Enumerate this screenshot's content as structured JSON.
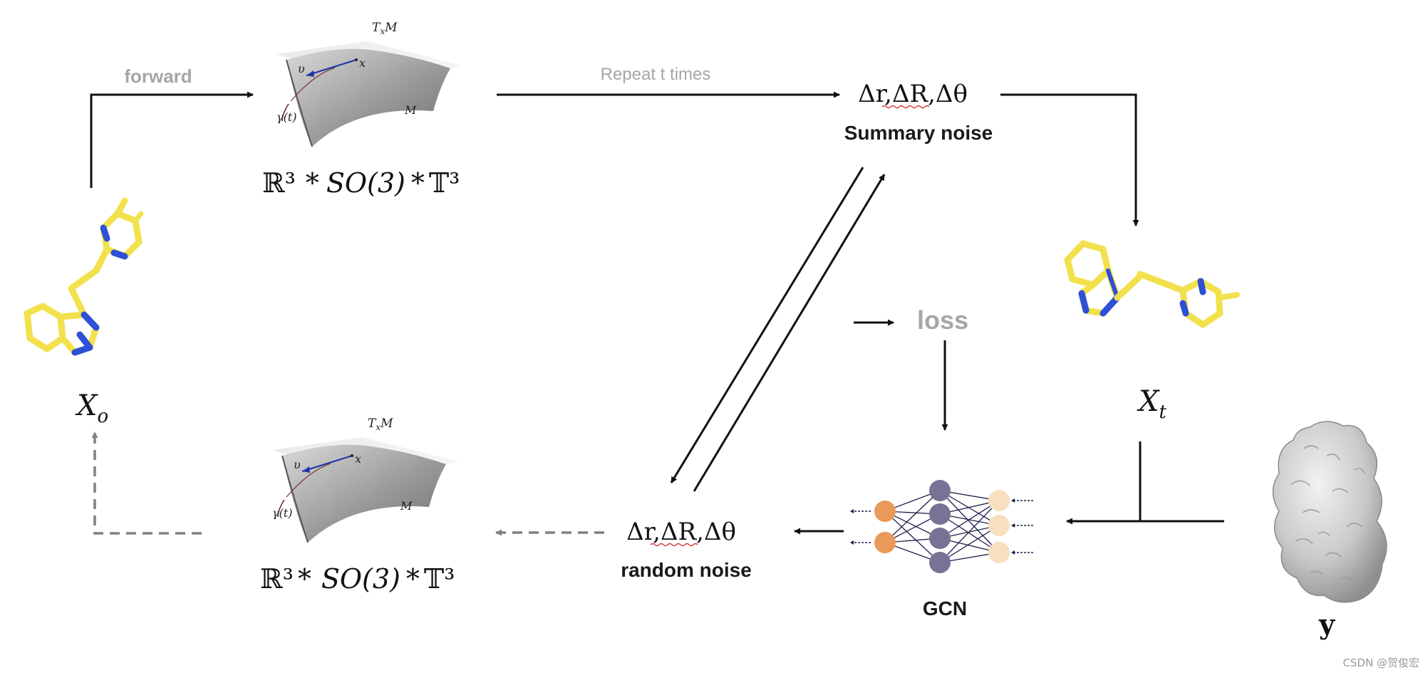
{
  "labels": {
    "forward": "forward",
    "repeat": "Repeat t times",
    "summary_symbols": "Δr,ΔR,Δθ",
    "summary_noise": "Summary noise",
    "random_symbols": "Δr,ΔR,Δθ",
    "random_noise": "random noise",
    "loss": "loss",
    "gcn": "GCN",
    "x0_base": "X",
    "x0_sub": "o",
    "xt_base": "X",
    "xt_sub": "t",
    "y": "y",
    "watermark": "CSDN @贺俊宏"
  },
  "manifold": {
    "tangent": "TxM",
    "tangent_base": "T",
    "tangent_sub": "x",
    "tangent_end": "M",
    "v": "υ",
    "x": "x",
    "gamma": "γ(t)",
    "M": "M"
  },
  "space_formula_top": "ℝ³ * SO(3) * 𝕋³",
  "space_formula_bottom": "ℝ³ * SO(3) * 𝕋³",
  "formula_parts": {
    "r3": "ℝ³",
    "star": "*",
    "so3": "SO(3)",
    "t3": "𝕋³"
  },
  "colors": {
    "ligand_bond": "#f2e14c",
    "nitrogen": "#2e4fd8",
    "arrow": "#111111",
    "dashed_arrow": "#808080",
    "light_label": "#a6a6a6",
    "gcn_orange": "#e9995a",
    "gcn_purple": "#7a7196",
    "gcn_peach": "#f7dfc0",
    "protein": "#bdbdbd"
  }
}
